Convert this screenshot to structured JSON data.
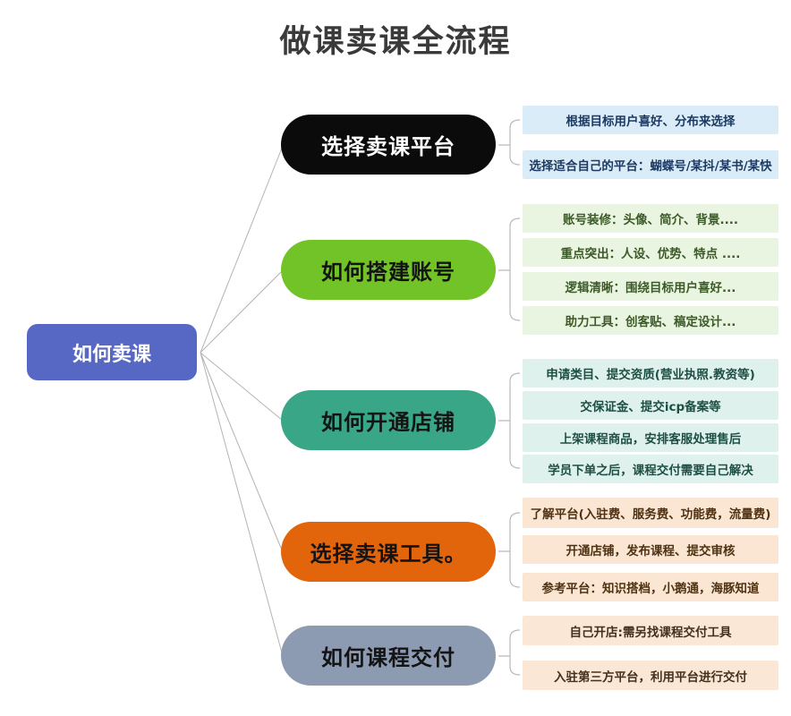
{
  "title": "做课卖课全流程",
  "root": {
    "label": "如何卖课",
    "bg": "#5768c4",
    "text_color": "#ffffff"
  },
  "branches": [
    {
      "label": "选择卖课平台",
      "pill_bg": "#0b0b0b",
      "pill_text_color": "#ffffff",
      "leaf_bg": "#d9ecf8",
      "leaf_text_color": "#1e3a63",
      "leaves": [
        "根据目标用户喜好、分布来选择",
        "选择适合自己的平台：蝴蝶号/某抖/某书/某快"
      ]
    },
    {
      "label": "如何搭建账号",
      "pill_bg": "#71c328",
      "pill_text_color": "#141414",
      "leaf_bg": "#e9f5e0",
      "leaf_text_color": "#3c5a28",
      "leaves": [
        "账号装修：头像、简介、背景....",
        "重点突出：人设、优势、特点 ....",
        "逻辑清晰：围绕目标用户喜好...",
        "助力工具：创客贴、稿定设计..."
      ]
    },
    {
      "label": "如何开通店铺",
      "pill_bg": "#39a787",
      "pill_text_color": "#141414",
      "leaf_bg": "#def1ed",
      "leaf_text_color": "#1e4f44",
      "leaves": [
        "申请类目、提交资质(营业执照.教资等)",
        "交保证金、提交icp备案等",
        "上架课程商品，安排客服处理售后",
        "学员下单之后，课程交付需要自己解决"
      ]
    },
    {
      "label": "选择卖课工具。",
      "pill_bg": "#e2650c",
      "pill_text_color": "#141414",
      "leaf_bg": "#fae6d2",
      "leaf_text_color": "#4f3213",
      "leaves": [
        "了解平台(入驻费、服务费、功能费，流量费)",
        "开通店铺，发布课程、提交审核",
        "参考平台：知识搭档，小鹅通，海豚知道"
      ]
    },
    {
      "label": "如何课程交付",
      "pill_bg": "#8c9bb1",
      "pill_text_color": "#141414",
      "leaf_bg": "#fae7d5",
      "leaf_text_color": "#44301c",
      "leaves": [
        "自己开店:需另找课程交付工具",
        "入驻第三方平台，利用平台进行交付"
      ]
    }
  ]
}
